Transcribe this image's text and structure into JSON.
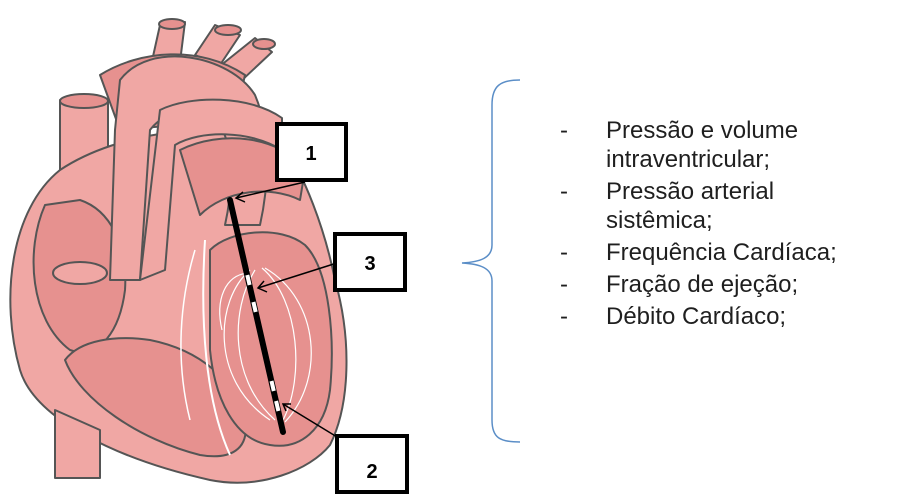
{
  "boxes": [
    {
      "id": "1",
      "label": "1"
    },
    {
      "id": "2",
      "label": "2"
    },
    {
      "id": "3",
      "label": "3"
    }
  ],
  "parameters": [
    "Pressão e volume intraventricular;",
    "Pressão arterial sistêmica;",
    "Frequência Cardíaca;",
    "Fração de ejeção;",
    "Débito Cardíaco;"
  ],
  "bullet": "-",
  "colors": {
    "heart_fill": "#f0a7a4",
    "heart_dark": "#e6918f",
    "heart_outline": "#555555",
    "catheter": "#000000",
    "brace": "#5b8ec7"
  }
}
